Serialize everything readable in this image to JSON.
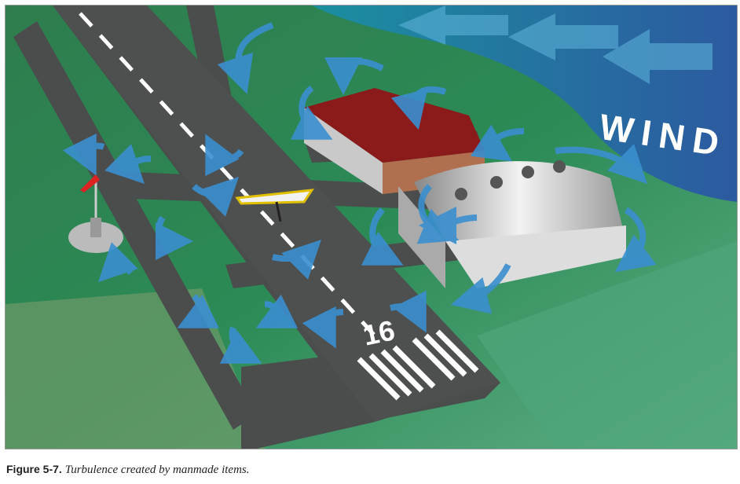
{
  "figure": {
    "wind_label": "WIND",
    "runway_number": "16",
    "colors": {
      "grass": "#2e8b57",
      "runway": "#4a4d4c",
      "wind": "#1f6fa8",
      "arrow": "#3a8fd0",
      "hangar_roof": "#8b1a1a"
    }
  },
  "caption": {
    "label": "Figure 5-7.",
    "text": "Turbulence created by manmade items."
  }
}
